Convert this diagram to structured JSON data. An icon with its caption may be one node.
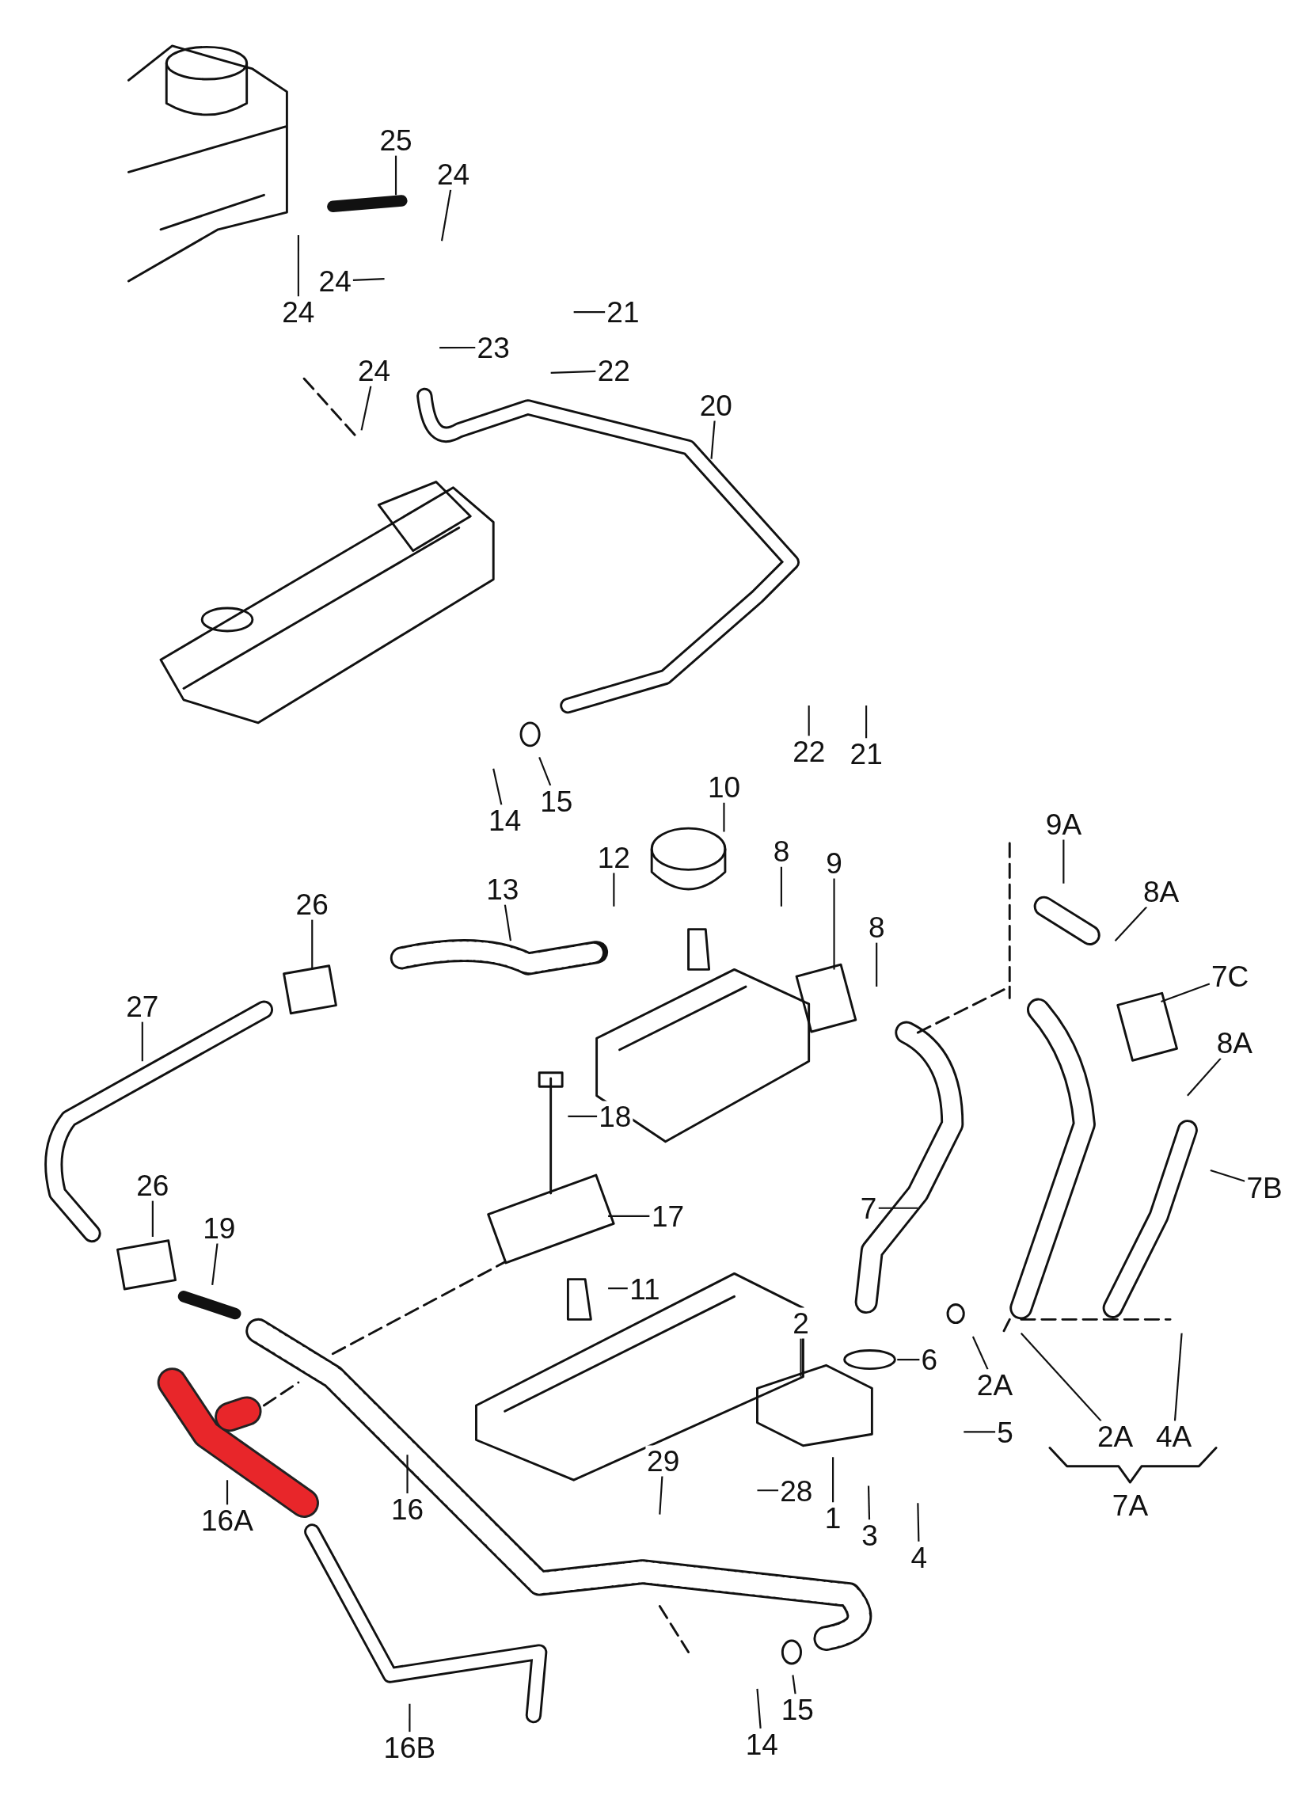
{
  "diagram": {
    "nodes": [
      {
        "text": [
          "25"
        ]
      },
      {
        "text": [
          "24"
        ]
      },
      {
        "text": [
          "24"
        ]
      },
      {
        "text": [
          "24"
        ]
      },
      {
        "text": [
          "21"
        ]
      },
      {
        "text": [
          "23"
        ]
      },
      {
        "text": [
          "22"
        ]
      },
      {
        "text": [
          "24"
        ]
      },
      {
        "text": [
          "20"
        ]
      },
      {
        "text": [
          "22"
        ]
      },
      {
        "text": [
          "21"
        ]
      },
      {
        "text": [
          "14"
        ]
      },
      {
        "text": [
          "15"
        ]
      },
      {
        "text": [
          "10"
        ]
      },
      {
        "text": [
          "12"
        ]
      },
      {
        "text": [
          "13"
        ]
      },
      {
        "text": [
          "8"
        ]
      },
      {
        "text": [
          "9"
        ]
      },
      {
        "text": [
          "8"
        ]
      },
      {
        "text": [
          "9A"
        ]
      },
      {
        "text": [
          "8A"
        ]
      },
      {
        "text": [
          "7C"
        ]
      },
      {
        "text": [
          "8A"
        ]
      },
      {
        "text": [
          "7B"
        ]
      },
      {
        "text": [
          "26"
        ]
      },
      {
        "text": [
          "27"
        ]
      },
      {
        "text": [
          "18"
        ]
      },
      {
        "text": [
          "17"
        ]
      },
      {
        "text": [
          "7"
        ]
      },
      {
        "text": [
          "26"
        ]
      },
      {
        "text": [
          "19"
        ]
      },
      {
        "text": [
          "11"
        ]
      },
      {
        "text": [
          "2"
        ]
      },
      {
        "text": [
          "6"
        ]
      },
      {
        "text": [
          "2A"
        ]
      },
      {
        "text": [
          "5"
        ]
      },
      {
        "text": [
          "29"
        ]
      },
      {
        "text": [
          "28"
        ]
      },
      {
        "text": [
          "16A"
        ]
      },
      {
        "text": [
          "16"
        ]
      },
      {
        "text": [
          "1"
        ]
      },
      {
        "text": [
          "3"
        ]
      },
      {
        "text": [
          "4"
        ]
      },
      {
        "text": [
          "15"
        ]
      },
      {
        "text": [
          "14"
        ]
      },
      {
        "text": [
          "16B"
        ]
      },
      {
        "text": [
          "2A"
        ]
      },
      {
        "text": [
          "4A"
        ]
      },
      {
        "text": [
          "7A"
        ]
      }
    ],
    "edges": [
      {
        "from": 0,
        "to": null,
        "arrow": "none"
      },
      {
        "from": 1,
        "to": null,
        "arrow": "none"
      },
      {
        "from": 2,
        "to": null,
        "arrow": "none"
      },
      {
        "from": 3,
        "to": null,
        "arrow": "none"
      },
      {
        "from": 4,
        "to": null,
        "arrow": "none"
      },
      {
        "from": 5,
        "to": null,
        "arrow": "none"
      },
      {
        "from": 6,
        "to": null,
        "arrow": "none"
      },
      {
        "from": 7,
        "to": null,
        "arrow": "none"
      },
      {
        "from": 8,
        "to": null,
        "arrow": "none"
      },
      {
        "from": 9,
        "to": null,
        "arrow": "none"
      },
      {
        "from": 10,
        "to": null,
        "arrow": "none"
      },
      {
        "from": 11,
        "to": null,
        "arrow": "none"
      },
      {
        "from": 12,
        "to": null,
        "arrow": "none"
      },
      {
        "from": 13,
        "to": null,
        "arrow": "none"
      },
      {
        "from": 14,
        "to": null,
        "arrow": "none"
      },
      {
        "from": 15,
        "to": null,
        "arrow": "none"
      },
      {
        "from": 16,
        "to": null,
        "arrow": "none"
      },
      {
        "from": 17,
        "to": null,
        "arrow": "none"
      },
      {
        "from": 18,
        "to": null,
        "arrow": "none"
      },
      {
        "from": 19,
        "to": null,
        "arrow": "none"
      },
      {
        "from": 20,
        "to": null,
        "arrow": "none"
      },
      {
        "from": 21,
        "to": null,
        "arrow": "none"
      },
      {
        "from": 22,
        "to": null,
        "arrow": "none"
      },
      {
        "from": 23,
        "to": null,
        "arrow": "none"
      },
      {
        "from": 24,
        "to": null,
        "arrow": "none"
      },
      {
        "from": 25,
        "to": null,
        "arrow": "none"
      },
      {
        "from": 26,
        "to": null,
        "arrow": "none"
      },
      {
        "from": 27,
        "to": null,
        "arrow": "none"
      },
      {
        "from": 28,
        "to": null,
        "arrow": "none"
      },
      {
        "from": 29,
        "to": null,
        "arrow": "none"
      },
      {
        "from": 30,
        "to": null,
        "arrow": "none"
      },
      {
        "from": 31,
        "to": null,
        "arrow": "none"
      },
      {
        "from": 32,
        "to": null,
        "arrow": "none"
      },
      {
        "from": 33,
        "to": null,
        "arrow": "none"
      },
      {
        "from": 34,
        "to": null,
        "arrow": "none"
      },
      {
        "from": 35,
        "to": null,
        "arrow": "none"
      },
      {
        "from": 36,
        "to": null,
        "arrow": "none"
      },
      {
        "from": 37,
        "to": null,
        "arrow": "none"
      },
      {
        "from": 38,
        "to": null,
        "arrow": "none"
      },
      {
        "from": 39,
        "to": null,
        "arrow": "none"
      },
      {
        "from": 40,
        "to": null,
        "arrow": "none"
      },
      {
        "from": 41,
        "to": null,
        "arrow": "none"
      },
      {
        "from": 42,
        "to": null,
        "arrow": "none"
      },
      {
        "from": 43,
        "to": null,
        "arrow": "none"
      },
      {
        "from": 44,
        "to": null,
        "arrow": "none"
      },
      {
        "from": 45,
        "to": null,
        "arrow": "none"
      },
      {
        "from": 46,
        "to": null,
        "arrow": "none"
      },
      {
        "from": 47,
        "to": null,
        "arrow": "none"
      }
    ]
  }
}
